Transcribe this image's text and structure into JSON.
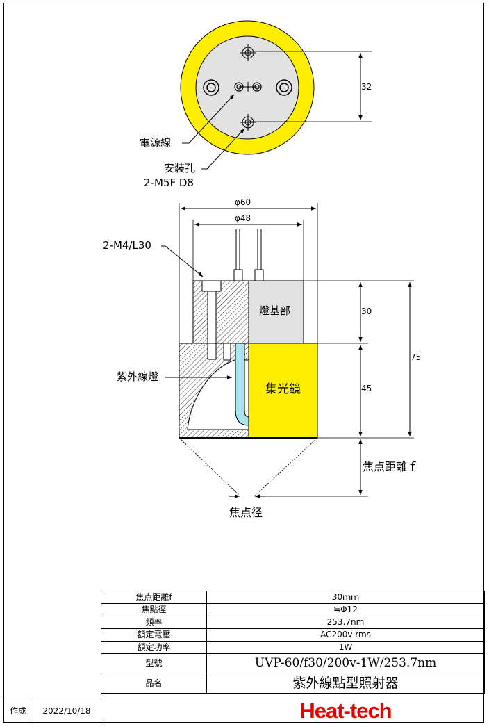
{
  "colors": {
    "ring": "#FFEE00",
    "face": "#E2E2E2",
    "mirror": "#FFEE00",
    "lamp": "#A8E4F0",
    "brand": "#E60000"
  },
  "top_view": {
    "dim_32": "32",
    "label_power_line": "電源線",
    "label_mount_hole": "安装孔",
    "label_mount_spec": "2-M5F D8"
  },
  "side_view": {
    "dim_phi60": "φ60",
    "dim_phi48": "φ48",
    "label_screw": "2-M4/L30",
    "label_lamp": "紫外線燈",
    "label_base": "燈基部",
    "label_mirror": "集光鏡",
    "dim_30": "30",
    "dim_45": "45",
    "dim_75": "75",
    "label_focal_distance": "焦点距離ｆ",
    "label_focal_diameter": "焦点径"
  },
  "spec_table": [
    {
      "key": "焦点距離f",
      "value": "30ｍｍ"
    },
    {
      "key": "焦點徑",
      "value": "≒Φ12"
    },
    {
      "key": "頻率",
      "value": "253.7nm"
    },
    {
      "key": "額定電壓",
      "value": "AC200v rms"
    },
    {
      "key": "額定功率",
      "value": "1W"
    },
    {
      "key": "型號",
      "value": "UVP-60/f30/200v-1W/253.7nm"
    },
    {
      "key": "品名",
      "value": "紫外線點型照射器"
    }
  ],
  "footer": {
    "author_label": "作成",
    "date": "2022/10/18",
    "brand": "Heat-tech"
  }
}
